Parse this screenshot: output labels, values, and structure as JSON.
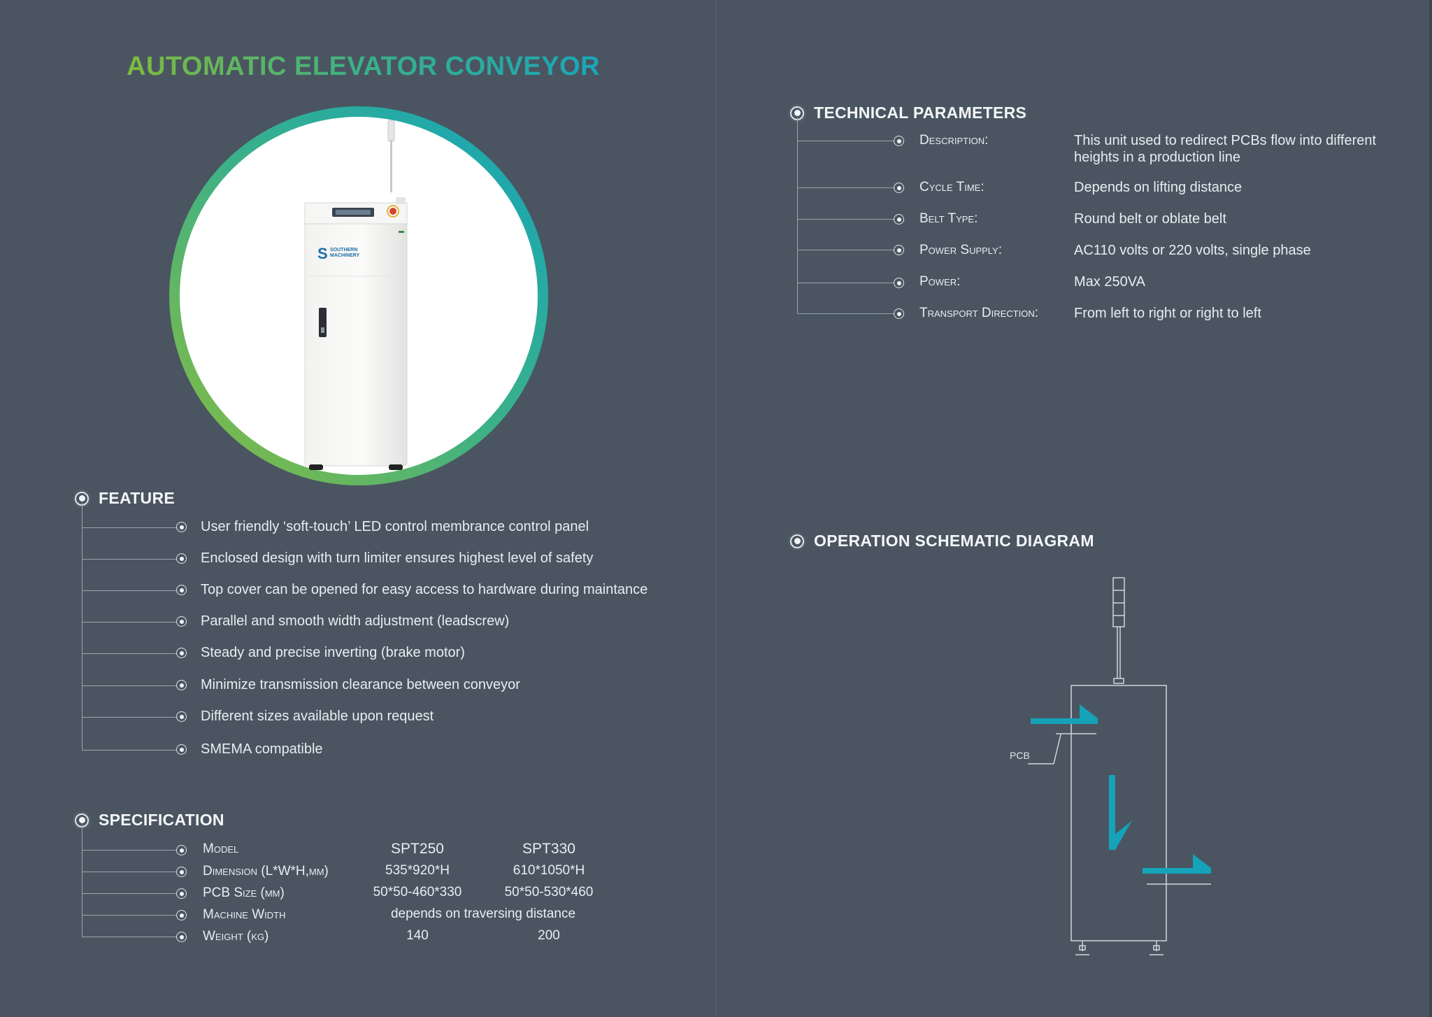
{
  "title": "AUTOMATIC ELEVATOR CONVEYOR",
  "colors": {
    "background": "#4a5561",
    "accent_green": "#7fba3e",
    "accent_teal": "#1aa6b8",
    "text": "#e8edf1"
  },
  "hero": {
    "brand_line1": "SOUTHERN",
    "brand_line2": "MACHINERY"
  },
  "feature": {
    "heading": "FEATURE",
    "items": [
      "User friendly ‘soft-touch’ LED control membrance control panel",
      "Enclosed design with turn limiter ensures highest level of safety",
      "Top cover can be opened for easy access to hardware during maintance",
      "Parallel and smooth width adjustment (leadscrew)",
      "Steady and precise inverting (brake motor)",
      "Minimize transmission clearance between conveyor",
      "Different sizes available upon request",
      "SMEMA compatible"
    ]
  },
  "specification": {
    "heading": "SPECIFICATION",
    "rows": [
      {
        "label": "Model",
        "c1": "SPT250",
        "c2": "SPT330"
      },
      {
        "label": "Dimension (L*W*H,mm)",
        "c1": "535*920*H",
        "c2": "610*1050*H"
      },
      {
        "label": "PCB Size (mm)",
        "c1": "50*50-460*330",
        "c2": "50*50-530*460"
      },
      {
        "label": "Machine Width",
        "span": "depends on traversing distance"
      },
      {
        "label": "Weight (kg)",
        "c1": "140",
        "c2": "200"
      }
    ]
  },
  "technical": {
    "heading": "TECHNICAL PARAMETERS",
    "params": [
      {
        "label": "Description:",
        "value": [
          "This unit used to redirect PCBs flow into different",
          "heights in a production line"
        ]
      },
      {
        "label": "Cycle Time:",
        "value": [
          "Depends on lifting distance"
        ]
      },
      {
        "label": "Belt Type:",
        "value": [
          "Round belt or oblate belt"
        ]
      },
      {
        "label": "Power Supply:",
        "value": [
          "AC110 volts or 220 volts, single phase"
        ]
      },
      {
        "label": "Power:",
        "value": [
          "Max 250VA"
        ]
      },
      {
        "label": "Transport Direction:",
        "value": [
          "From left to right or right to left"
        ]
      }
    ]
  },
  "diagram": {
    "heading": "OPERATION SCHEMATIC DIAGRAM",
    "pcb_label": "PCB"
  }
}
